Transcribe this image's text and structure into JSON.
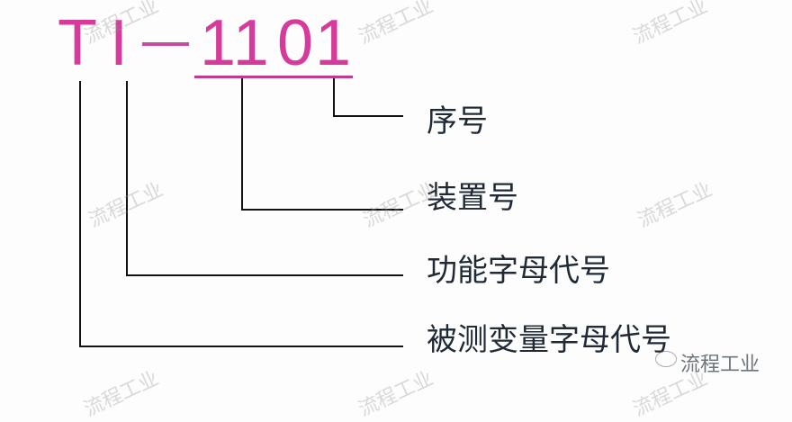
{
  "tag": {
    "letters": [
      "T",
      "I"
    ],
    "dash": "—",
    "number_parts": [
      "11",
      "01"
    ],
    "color": "#d63a9a"
  },
  "labels": [
    {
      "id": "sequence",
      "text": "序号"
    },
    {
      "id": "device",
      "text": "装置号"
    },
    {
      "id": "function",
      "text": "功能字母代号"
    },
    {
      "id": "variable",
      "text": "被测变量字母代号"
    }
  ],
  "watermark": {
    "text": "流程工业",
    "brand": "流程工业"
  }
}
